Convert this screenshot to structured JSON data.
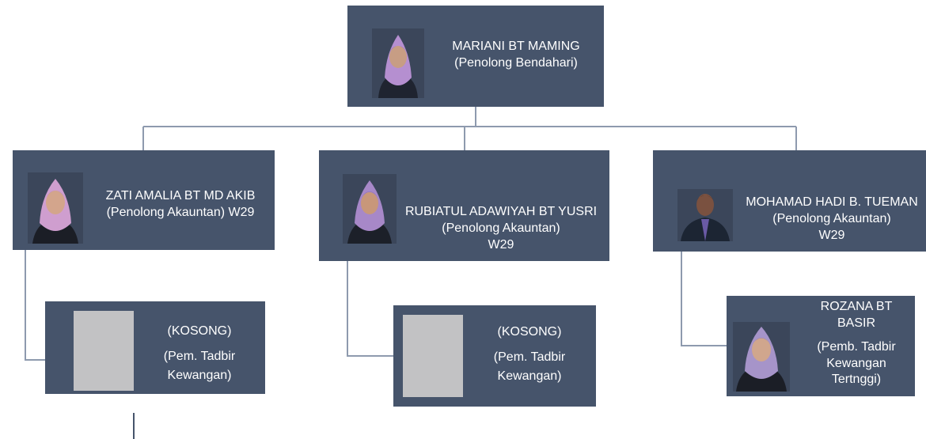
{
  "colors": {
    "box": "#46546b",
    "line": "#8e9aae",
    "placeholder": "#c2c2c4",
    "text": "#ffffff"
  },
  "top": {
    "name": "MARIANI BT MAMING",
    "role": "(Penolong Bendahari)",
    "photo": "woman-purple-hijab-portrait"
  },
  "level2": [
    {
      "name": "ZATI AMALIA BT MD AKIB",
      "role": "(Penolong Akauntan) W29",
      "photo": "woman-pink-hijab-portrait"
    },
    {
      "name": "RUBIATUL ADAWIYAH BT YUSRI",
      "role": "(Penolong Akauntan)",
      "grade": "W29",
      "photo": "woman-purple-hijab-portrait"
    },
    {
      "name": "MOHAMAD HADI B. TUEMAN",
      "role": "(Penolong Akauntan)",
      "grade": "W29",
      "photo": "man-suit-portrait"
    }
  ],
  "level3": [
    {
      "name": "(KOSONG)",
      "role_line1": "(Pem. Tadbir",
      "role_line2": "Kewangan)",
      "photo": "empty-placeholder"
    },
    {
      "name": "(KOSONG)",
      "role_line1": "(Pem. Tadbir",
      "role_line2": "Kewangan)",
      "photo": "empty-placeholder"
    },
    {
      "name_line1": "ROZANA BT",
      "name_line2": "BASIR",
      "role_line1": "(Pemb. Tadbir",
      "role_line2": "Kewangan",
      "role_line3": "Tertnggi)",
      "photo": "woman-purple-hijab-portrait"
    }
  ]
}
